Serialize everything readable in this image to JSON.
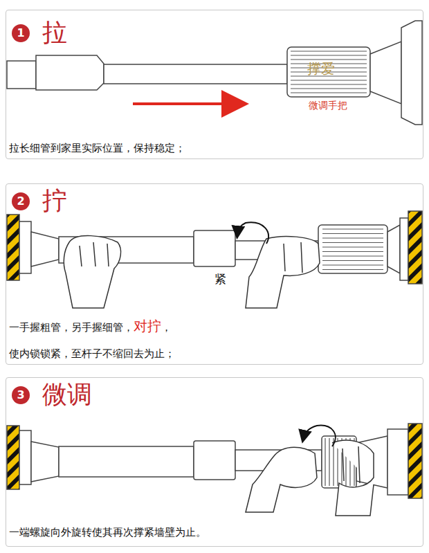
{
  "diagram": {
    "nodes": [
      {
        "text": [
          "拉",
          "拉长细管到家里实际位置，保持稳定；"
        ]
      },
      {
        "text": [
          "1"
        ],
        "in": 0
      },
      {
        "text": [
          "拧",
          "一手握粗管，另手握细管，",
          "对拧",
          "，",
          "使内锁锁紧，至杆子不缩回去为止；"
        ]
      },
      {
        "text": [
          "2"
        ],
        "in": 2
      },
      {
        "text": [
          "微调",
          "一端螺旋向外旋转使其再次撑紧墙壁为止。"
        ]
      },
      {
        "text": [
          "3"
        ],
        "in": 4
      }
    ],
    "edges": [],
    "labels": [
      "微调手把",
      "撑爱",
      "紧"
    ]
  }
}
